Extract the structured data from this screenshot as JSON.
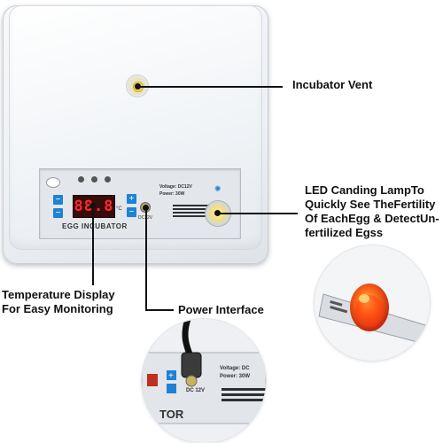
{
  "panel": {
    "display_value": "88.8",
    "unit": "°C",
    "title": "EGG INCUBATOR",
    "voltage": "Voltage: DC12V",
    "power": "Power: 30W",
    "port_label": "DC12V",
    "btn_plus": "+",
    "btn_minus": "−"
  },
  "callouts": {
    "vent": "Incubator Vent",
    "led_lines": [
      "LED Canding LampTo",
      "Quickly See TheFertility",
      "Of EachEgg & DetectUn-",
      "fertilized Egss"
    ],
    "temp_lines": [
      "Temperature Display",
      "For Easy Monitoring"
    ],
    "power": "Power Interface"
  },
  "inset_power": {
    "voltage": "Voltage: DC",
    "power": "Power: 30W",
    "port_label": "DC 12V",
    "title_fragment": "TOR"
  },
  "colors": {
    "display_digits": "#ff2b2b",
    "button_blue": "#1d82d6",
    "egg_glow": "#ff6a1a"
  }
}
